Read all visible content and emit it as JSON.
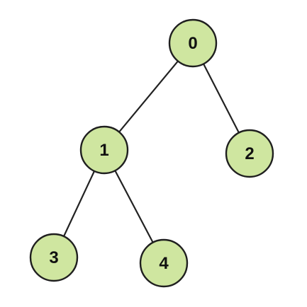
{
  "diagram": {
    "type": "binary-tree",
    "fill_color": "#cfe6a0",
    "stroke_color": "#1f1f1f",
    "nodes": [
      {
        "id": "0",
        "label": "0"
      },
      {
        "id": "1",
        "label": "1"
      },
      {
        "id": "2",
        "label": "2"
      },
      {
        "id": "3",
        "label": "3"
      },
      {
        "id": "4",
        "label": "4"
      }
    ],
    "edges": [
      {
        "from": "0",
        "to": "1"
      },
      {
        "from": "0",
        "to": "2"
      },
      {
        "from": "1",
        "to": "3"
      },
      {
        "from": "1",
        "to": "4"
      }
    ]
  }
}
